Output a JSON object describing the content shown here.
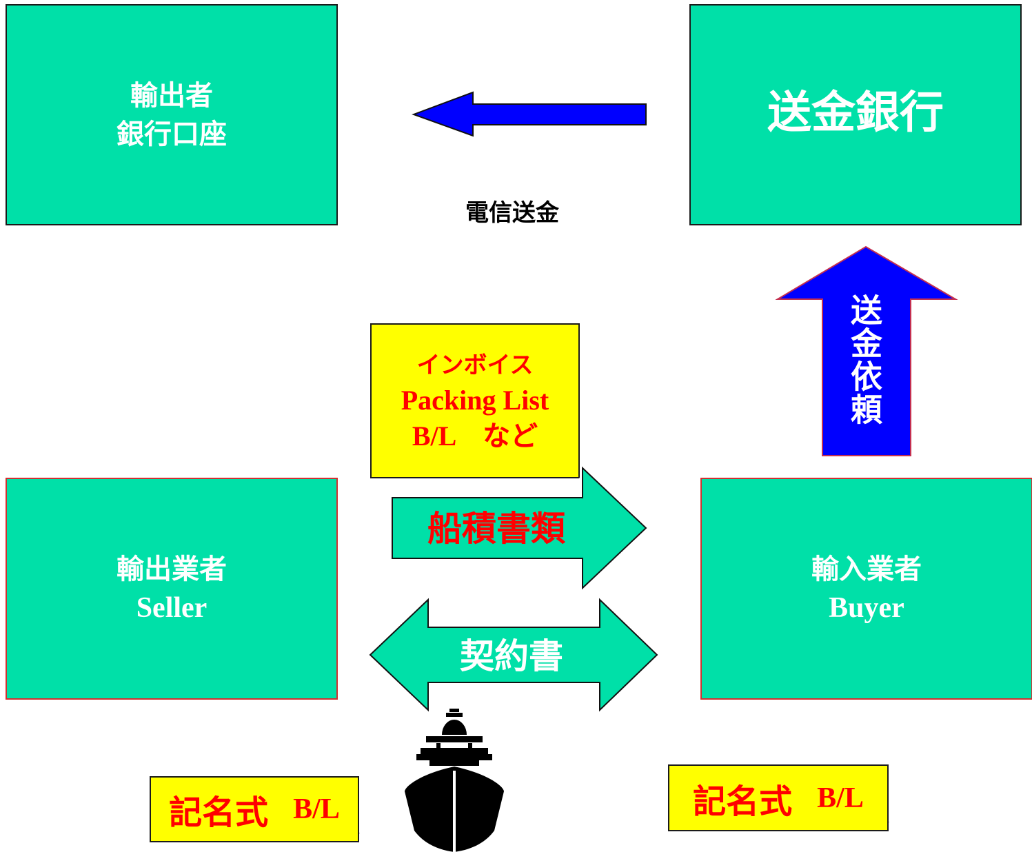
{
  "boxes": {
    "exporter_account": {
      "line1": "輸出者",
      "line2": "銀行口座"
    },
    "remit_bank": {
      "label": "送金銀行"
    },
    "seller": {
      "line1": "輸出業者",
      "line2": "Seller"
    },
    "buyer": {
      "line1": "輸入業者",
      "line2": "Buyer"
    }
  },
  "labels": {
    "wire_transfer": "電信送金",
    "remit_request": "送金依頼",
    "shipping_docs": "船積書類",
    "contract": "契約書"
  },
  "notes": {
    "documents": {
      "line1": "インボイス",
      "line2": "Packing List",
      "line3": "B/L　など"
    },
    "bl_left": {
      "kanji": "記名式",
      "bl": "B/L"
    },
    "bl_right": {
      "kanji": "記名式",
      "bl": "B/L"
    }
  },
  "icons": {
    "ship": "ship-icon"
  },
  "colors": {
    "box_fill": "#00e0a8",
    "note_fill": "#ffff00",
    "arrow_blue": "#0000ff",
    "text_red": "#ff0000"
  }
}
